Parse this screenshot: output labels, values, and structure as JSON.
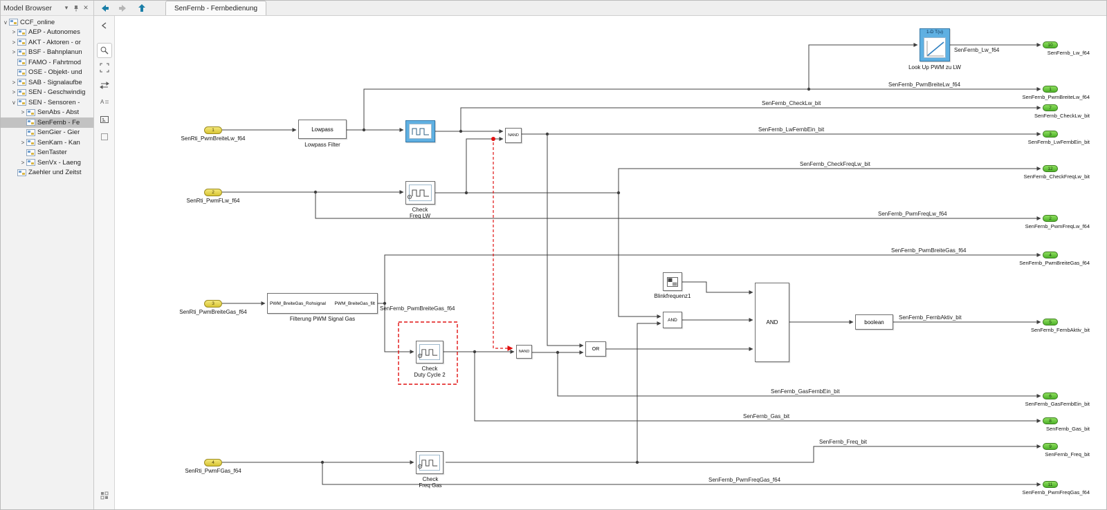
{
  "sidebar": {
    "title": "Model Browser",
    "tree": [
      {
        "chev": "v",
        "label": "CCF_online"
      },
      {
        "chev": ">",
        "label": "AEP - Autonomes"
      },
      {
        "chev": ">",
        "label": "AKT - Aktoren - or"
      },
      {
        "chev": ">",
        "label": "BSF - Bahnplanun"
      },
      {
        "chev": "",
        "label": "FAMO - Fahrtmod"
      },
      {
        "chev": "",
        "label": "OSE - Objekt- und"
      },
      {
        "chev": ">",
        "label": "SAB - Signalaufbe"
      },
      {
        "chev": ">",
        "label": "SEN - Geschwindig"
      },
      {
        "chev": "v",
        "label": "SEN - Sensoren -"
      },
      {
        "chev": ">",
        "label": "SenAbs - Abst"
      },
      {
        "chev": "",
        "label": "SenFernb - Fe"
      },
      {
        "chev": "",
        "label": "SenGier - Gier"
      },
      {
        "chev": ">",
        "label": "SenKam - Kan"
      },
      {
        "chev": "",
        "label": "SenTaster"
      },
      {
        "chev": ">",
        "label": "SenVx - Laeng"
      },
      {
        "chev": "",
        "label": "Zaehler und Zeitst"
      }
    ]
  },
  "topbar": {
    "tab": "SenFernb - Fernbedienung"
  },
  "canvas": {
    "inports": [
      {
        "n": "1",
        "label": "SenRti_PwmBreiteLw_f64"
      },
      {
        "n": "2",
        "label": "SenRti_PwmFLw_f64"
      },
      {
        "n": "3",
        "label": "SenRti_PwmBreiteGas_f64"
      },
      {
        "n": "4",
        "label": "SenRti_PwmFGas_f64"
      }
    ],
    "outports": [
      {
        "n": "10",
        "label": "SenFernb_Lw_f64"
      },
      {
        "n": "1",
        "label": "SenFernb_PwmBreiteLw_f64"
      },
      {
        "n": "7",
        "label": "SenFernb_CheckLw_bit"
      },
      {
        "n": "3",
        "label": "SenFernb_LwFernbEin_bit"
      },
      {
        "n": "12",
        "label": "SenFernb_CheckFreqLw_bit"
      },
      {
        "n": "2",
        "label": "SenFernb_PwmFreqLw_f64"
      },
      {
        "n": "4",
        "label": "SenFernb_PwmBreiteGas_f64"
      },
      {
        "n": "5",
        "label": "SenFernb_FernbAktiv_bit"
      },
      {
        "n": "6",
        "label": "SenFernb_GasFernbEin_bit"
      },
      {
        "n": "8",
        "label": "SenFernb_Gas_bit"
      },
      {
        "n": "9",
        "label": "SenFernb_Freq_bit"
      },
      {
        "n": "11",
        "label": "SenFernb_PwmFreqGas_f64"
      }
    ],
    "blocks": {
      "lowpass": {
        "text": "Lowpass",
        "label": "Lowpass Filter"
      },
      "nand": "NAND",
      "or": "OR",
      "and": "AND",
      "boolean": "boolean",
      "check_freq_lw": {
        "l1": "Check",
        "l2": "Freq LW"
      },
      "check_duty2": {
        "l1": "Check",
        "l2": "Duty Cycle 2"
      },
      "check_freq_gas": {
        "l1": "Check",
        "l2": "Freq Gas"
      },
      "filter": {
        "in": "PWM_BreiteGas_Rohsignal",
        "out": "PWM_BreiteGas_filt",
        "label": "Filterung PWM Signal Gas"
      },
      "blink": {
        "label": "Blinkfrequenz1"
      },
      "lookup": {
        "header": "1-D T(u)",
        "label": "Look Up PWM zu LW"
      }
    },
    "wire_labels": {
      "lw": "SenFernb_Lw_f64",
      "pwm_breite_lw": "SenFernb_PwmBreiteLw_f64",
      "check_lw": "SenFernb_CheckLw_bit",
      "lw_fernb_ein": "SenFernb_LwFernbEin_bit",
      "check_freq_lw": "SenFernb_CheckFreqLw_bit",
      "pwm_freq_lw": "SenFernb_PwmFreqLw_f64",
      "pwm_breite_gas": "SenFernb_PwmBreiteGas_f64",
      "pwm_breite_gas_mid": "SenFernb_PwmBreiteGas_f64",
      "fernb_aktiv": "SenFernb_FernbAktiv_bit",
      "gas_fernb_ein": "SenFernb_GasFernbEin_bit",
      "gas": "SenFernb_Gas_bit",
      "freq": "SenFernb_Freq_bit",
      "pwm_freq_gas": "SenFernb_PwmFreqGas_f64"
    }
  }
}
